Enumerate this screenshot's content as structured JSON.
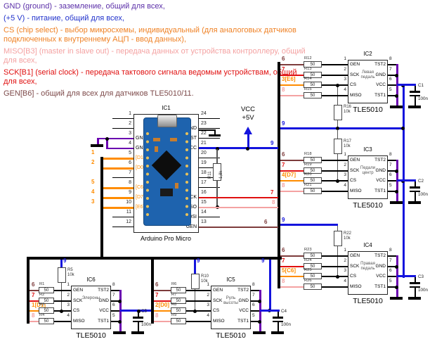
{
  "legend": {
    "items": [
      {
        "net": "GND",
        "text": "GND (ground) - заземление, общий для всех,",
        "color": "#5b2fa8"
      },
      {
        "net": "+5V",
        "text": "(+5 V) - питание, общий для всех,",
        "color": "#2233cc"
      },
      {
        "net": "CS",
        "text": "CS (chip select) - выбор микросхемы, индивидуальный (для аналоговых датчиков подключенных к внутреннему АЦП - ввод данных),",
        "color": "#ef8226"
      },
      {
        "net": "MISO",
        "text": "MISO[B3] (master in slave out) - передача данных от устройства контроллеру, общий для всех,",
        "color": "#f4a2a2"
      },
      {
        "net": "SCK",
        "text": "SCK[B1] (serial clock) - передача тактового сигнала ведомым устройствам, общий для всех,",
        "color": "#e01010"
      },
      {
        "net": "GEN",
        "text": "GEN[B6] - общий для всех для датчиков TLE5010/11.",
        "color": "#7d4a4a"
      }
    ]
  },
  "power": {
    "label": "VCC",
    "voltage": "+5V"
  },
  "nets": {
    "vcc": "9",
    "sck": "7",
    "miso": "8",
    "gen": "6"
  },
  "ic1": {
    "ref": "IC1",
    "name": "Arduino Pro Micro",
    "cs_labels": [
      "1",
      "2",
      "5",
      "4",
      "3"
    ],
    "r11": {
      "ref": "R11",
      "value": "1,8k"
    },
    "pins_left": [
      {
        "num": "1",
        "label": ""
      },
      {
        "num": "2",
        "label": ""
      },
      {
        "num": "3",
        "label": "GND"
      },
      {
        "num": "4",
        "label": "GND"
      },
      {
        "num": "5",
        "label": "[D1]"
      },
      {
        "num": "6",
        "label": "[D0]"
      },
      {
        "num": "7",
        "label": ""
      },
      {
        "num": "8",
        "label": "[C6]"
      },
      {
        "num": "9",
        "label": "[D7]"
      },
      {
        "num": "10",
        "label": "[E6]"
      },
      {
        "num": "11",
        "label": ""
      },
      {
        "num": "12",
        "label": ""
      }
    ],
    "pins_right": [
      {
        "num": "24",
        "label": ""
      },
      {
        "num": "23",
        "label": "GND"
      },
      {
        "num": "22",
        "label": "RST"
      },
      {
        "num": "21",
        "label": "VCC"
      },
      {
        "num": "20",
        "label": ""
      },
      {
        "num": "19",
        "label": ""
      },
      {
        "num": "18",
        "label": ""
      },
      {
        "num": "17",
        "label": ""
      },
      {
        "num": "16",
        "label": "SCK"
      },
      {
        "num": "15",
        "label": "MISO"
      },
      {
        "num": "14",
        "label": "MOSI"
      },
      {
        "num": "13",
        "label": "GEN"
      }
    ]
  },
  "sensors": [
    {
      "ref": "IC2",
      "part": "TLE5010",
      "desc": "Левая педаль",
      "wire_labels": [
        "6",
        "7",
        "3[E6]",
        "8"
      ],
      "pins_left": [
        {
          "num": "1",
          "name": "GEN"
        },
        {
          "num": "2",
          "name": "SCK"
        },
        {
          "num": "3",
          "name": "CS"
        },
        {
          "num": "4",
          "name": "MISO"
        }
      ],
      "pins_right": [
        {
          "num": "8",
          "name": "TST2"
        },
        {
          "num": "7",
          "name": "GND"
        },
        {
          "num": "6",
          "name": "VCC"
        },
        {
          "num": "5",
          "name": "TST1"
        }
      ],
      "resistors": [
        {
          "ref": "R12",
          "value": "50"
        },
        {
          "ref": "R13",
          "value": "50"
        },
        {
          "ref": "R14",
          "value": "50"
        },
        {
          "ref": "R15",
          "value": "50"
        }
      ],
      "pullup": {
        "ref": "R16",
        "value": "10k"
      },
      "cap": {
        "ref": "C1",
        "value": "100n"
      }
    },
    {
      "ref": "IC3",
      "part": "TLE5010",
      "desc": "Педали центр",
      "wire_labels": [
        "6",
        "7",
        "4[D7]",
        "8"
      ],
      "pins_left": [
        {
          "num": "1",
          "name": "GEN"
        },
        {
          "num": "2",
          "name": "SCK"
        },
        {
          "num": "3",
          "name": "CS"
        },
        {
          "num": "4",
          "name": "MISO"
        }
      ],
      "pins_right": [
        {
          "num": "8",
          "name": "TST2"
        },
        {
          "num": "7",
          "name": "GND"
        },
        {
          "num": "6",
          "name": "VCC"
        },
        {
          "num": "5",
          "name": "TST1"
        }
      ],
      "resistors": [
        {
          "ref": "R18",
          "value": "50"
        },
        {
          "ref": "R19",
          "value": "50"
        },
        {
          "ref": "R20",
          "value": "50"
        },
        {
          "ref": "R21",
          "value": "50"
        }
      ],
      "pullup": {
        "ref": "R17",
        "value": "10k"
      },
      "cap": {
        "ref": "C2",
        "value": "100n"
      }
    },
    {
      "ref": "IC4",
      "part": "TLE5010",
      "desc": "Правая педаль",
      "wire_labels": [
        "6",
        "7",
        "5[C6]",
        "8"
      ],
      "pins_left": [
        {
          "num": "1",
          "name": "GEN"
        },
        {
          "num": "2",
          "name": "SCK"
        },
        {
          "num": "3",
          "name": "CS"
        },
        {
          "num": "4",
          "name": "MISO"
        }
      ],
      "pins_right": [
        {
          "num": "8",
          "name": "TST2"
        },
        {
          "num": "7",
          "name": "GND"
        },
        {
          "num": "6",
          "name": "VCC"
        },
        {
          "num": "5",
          "name": "TST1"
        }
      ],
      "resistors": [
        {
          "ref": "R23",
          "value": "50"
        },
        {
          "ref": "R24",
          "value": "50"
        },
        {
          "ref": "R25",
          "value": "50"
        },
        {
          "ref": "R26",
          "value": "50"
        }
      ],
      "pullup": {
        "ref": "R22",
        "value": "10k"
      },
      "cap": {
        "ref": "C3",
        "value": "100n"
      }
    },
    {
      "ref": "IC5",
      "part": "TLE5010",
      "desc": "Руль высоты",
      "wire_labels": [
        "6",
        "7",
        "2[D0]",
        "8"
      ],
      "pins_left": [
        {
          "num": "1",
          "name": "GEN"
        },
        {
          "num": "2",
          "name": "SCK"
        },
        {
          "num": "3",
          "name": "CS"
        },
        {
          "num": "4",
          "name": "MISO"
        }
      ],
      "pins_right": [
        {
          "num": "8",
          "name": "TST2"
        },
        {
          "num": "7",
          "name": "GND"
        },
        {
          "num": "6",
          "name": "VCC"
        },
        {
          "num": "5",
          "name": "TST1"
        }
      ],
      "resistors": [
        {
          "ref": "R6",
          "value": "50"
        },
        {
          "ref": "R7",
          "value": "50"
        },
        {
          "ref": "R8",
          "value": "50"
        },
        {
          "ref": "R9",
          "value": "50"
        }
      ],
      "pullup": {
        "ref": "R10",
        "value": "10k"
      },
      "cap": {
        "ref": "C4",
        "value": "100n"
      }
    },
    {
      "ref": "IC6",
      "part": "TLE5010",
      "desc": "Элероны",
      "wire_labels": [
        "6",
        "7",
        "1[D1]",
        "8"
      ],
      "pins_left": [
        {
          "num": "1",
          "name": "GEN"
        },
        {
          "num": "2",
          "name": "SCK"
        },
        {
          "num": "3",
          "name": "CS"
        },
        {
          "num": "4",
          "name": "MISO"
        }
      ],
      "pins_right": [
        {
          "num": "8",
          "name": "TST2"
        },
        {
          "num": "7",
          "name": "GND"
        },
        {
          "num": "6",
          "name": "VCC"
        },
        {
          "num": "5",
          "name": "TST1"
        }
      ],
      "resistors": [
        {
          "ref": "R1",
          "value": "50"
        },
        {
          "ref": "R2",
          "value": "50"
        },
        {
          "ref": "R3",
          "value": "50"
        },
        {
          "ref": "R4",
          "value": "50"
        }
      ],
      "pullup": {
        "ref": "R5",
        "value": "10k"
      },
      "cap": {
        "ref": "C5",
        "value": "100n"
      }
    }
  ],
  "colors": {
    "gnd_wire": "#6a00b0",
    "vcc_wire": "#1414dd",
    "cs_wire": "#ff8c00",
    "miso_wire": "#f4a2a2",
    "sck_wire": "#e01010",
    "gen_wire": "#7d3c3c",
    "bus": "#000000"
  }
}
